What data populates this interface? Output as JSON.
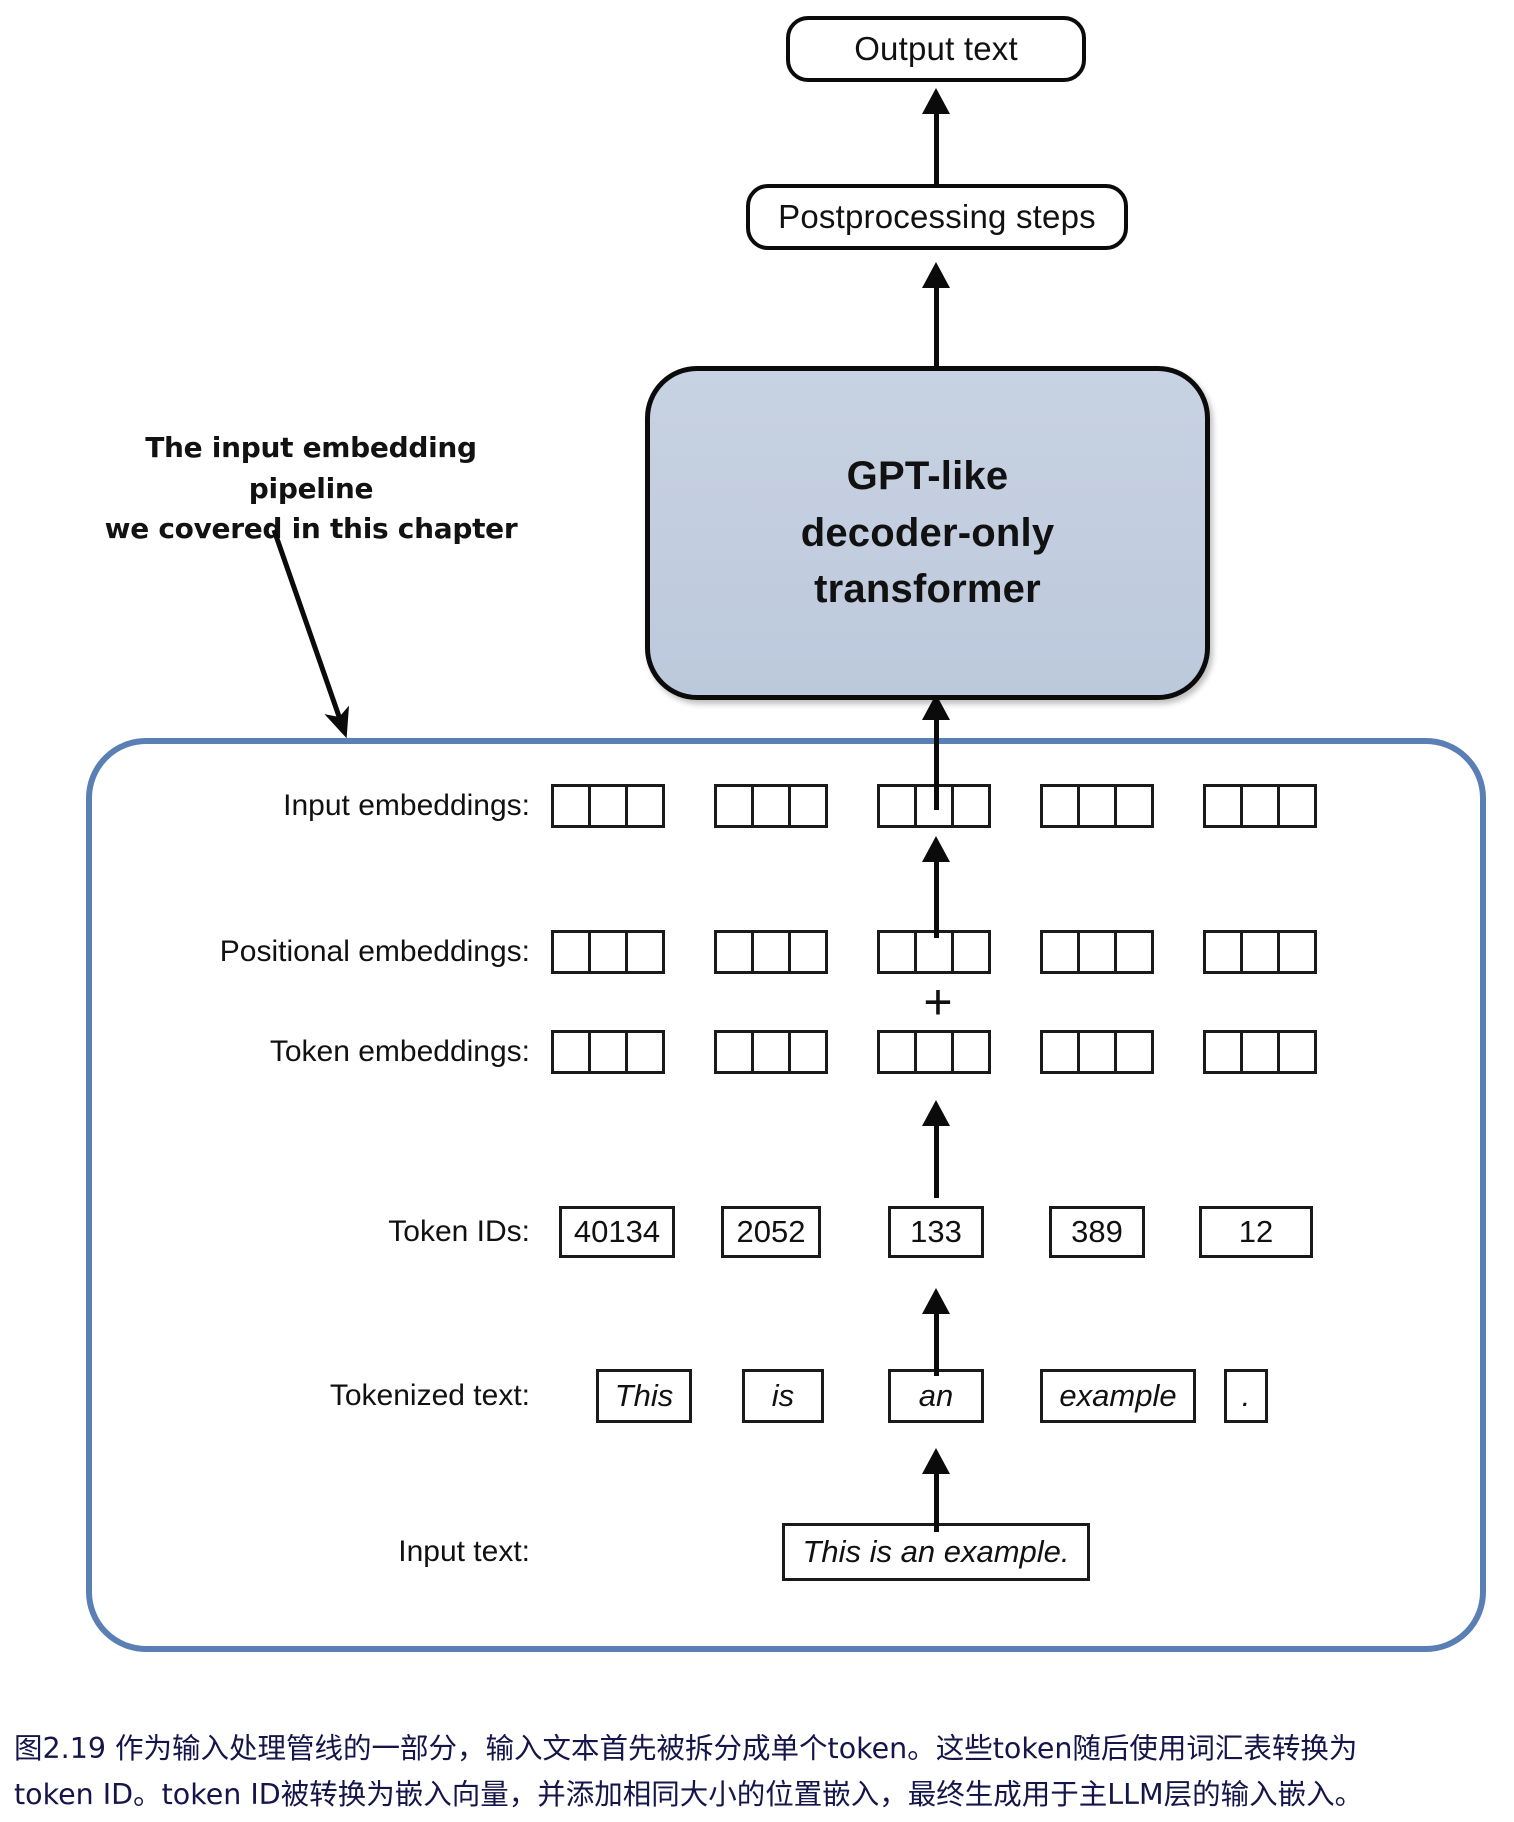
{
  "figure": {
    "top_boxes": [
      {
        "name": "output-text",
        "label": "Output text"
      },
      {
        "name": "postprocessing",
        "label": "Postprocessing steps"
      }
    ],
    "transformer": {
      "line1": "GPT-like",
      "line2": "decoder-only",
      "line3": "transformer",
      "fill_color": "#c2cddf",
      "border_color": "#0b0b0b"
    },
    "annotation": {
      "line1": "The input embedding pipeline",
      "line2": "we covered in this chapter"
    },
    "pipeline": {
      "border_color": "#5a7fb4",
      "rows": {
        "input_embeddings": {
          "label": "Input embeddings:",
          "cells_per_group": 3,
          "groups": 5
        },
        "positional_embeddings": {
          "label": "Positional embeddings:",
          "cells_per_group": 3,
          "groups": 5
        },
        "token_embeddings": {
          "label": "Token embeddings:",
          "cells_per_group": 3,
          "groups": 5
        },
        "token_ids": {
          "label": "Token IDs:",
          "values": [
            "40134",
            "2052",
            "133",
            "389",
            "12"
          ]
        },
        "tokenized_text": {
          "label": "Tokenized text:",
          "values": [
            "This",
            "is",
            "an",
            "example",
            "."
          ]
        },
        "input_text": {
          "label": "Input text:",
          "value": "This is an example."
        }
      },
      "plus_symbol": "+"
    },
    "caption": {
      "line1": "图2.19 作为输入处理管线的一部分，输入文本首先被拆分成单个token。这些token随后使用词汇表转换为",
      "line2": "token ID。token ID被转换为嵌入向量，并添加相同大小的位置嵌入，最终生成用于主LLM层的输入嵌入。",
      "color": "#151549"
    }
  }
}
